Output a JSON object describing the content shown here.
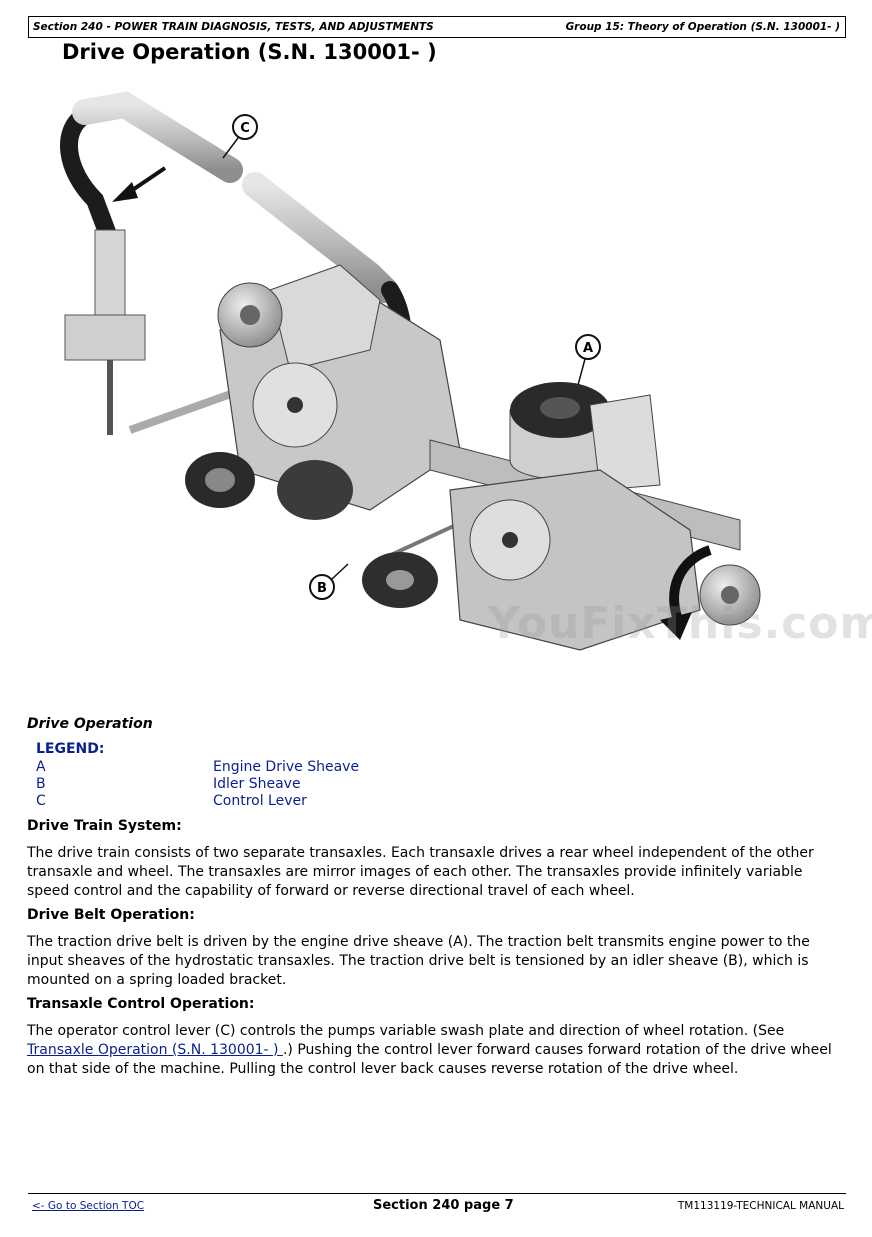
{
  "header": {
    "left": "Section 240 - POWER TRAIN DIAGNOSIS, TESTS, AND ADJUSTMENTS",
    "right": "Group 15: Theory of Operation (S.N. 130001- )"
  },
  "title": "Drive Operation (S.N. 130001- )",
  "figure": {
    "callouts": [
      "C",
      "A",
      "B"
    ],
    "watermark": "YouFixThis.com"
  },
  "caption": "Drive Operation",
  "legend": {
    "title": "LEGEND:",
    "items": [
      {
        "key": "A",
        "label": "Engine Drive Sheave"
      },
      {
        "key": "B",
        "label": "Idler Sheave"
      },
      {
        "key": "C",
        "label": "Control Lever"
      }
    ]
  },
  "sections": [
    {
      "heading": "Drive Train System:",
      "text": "The drive train consists of two separate transaxles. Each transaxle drives a rear wheel independent of the other transaxle and wheel. The transaxles are mirror images of each other. The transaxles provide infinitely variable speed control and the capability of forward or reverse directional travel of each wheel."
    },
    {
      "heading": "Drive Belt Operation:",
      "text": "The traction drive belt is driven by the engine drive sheave (A). The traction belt transmits engine power to the input sheaves of the hydrostatic transaxles. The traction drive belt is tensioned by an idler sheave (B), which is mounted on a spring loaded bracket."
    },
    {
      "heading": "Transaxle Control Operation:",
      "text_before": "The operator control lever (C) controls the pumps variable swash plate and direction of wheel rotation. (See ",
      "link": "Transaxle Operation (S.N. 130001- ) ",
      "text_after": ".) Pushing the control lever forward causes forward rotation of the drive wheel on that side of the machine. Pulling the control lever back causes reverse rotation of the drive wheel."
    }
  ],
  "footer": {
    "toc_link": "<- Go to Section TOC",
    "page": "Section 240 page 7",
    "manual": "TM113119-TECHNICAL MANUAL"
  }
}
